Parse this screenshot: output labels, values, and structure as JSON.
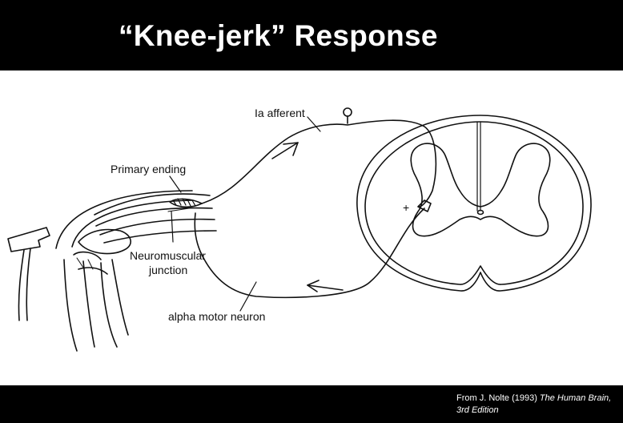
{
  "slide": {
    "title": "“Knee-jerk” Response"
  },
  "diagram": {
    "labels": {
      "ia_afferent": "Ia afferent",
      "primary_ending": "Primary ending",
      "neuromuscular_line1": "Neuromuscular",
      "neuromuscular_line2": "junction",
      "alpha_motor_neuron": "alpha motor neuron",
      "plus_sign": "+"
    },
    "colors": {
      "bars": "#000000",
      "ink": "#111111",
      "background": "#ffffff"
    }
  },
  "citation": {
    "prefix": "From J. Nolte (1993) ",
    "title_italic": "The Human Brain, 3rd Edition"
  }
}
